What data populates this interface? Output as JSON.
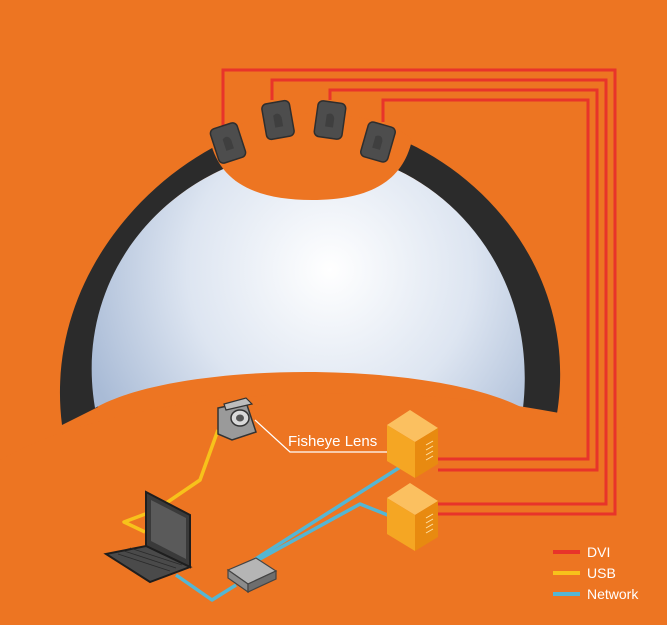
{
  "colors": {
    "background": "#ED7522",
    "dvi": "#E8342A",
    "usb": "#F7C21B",
    "network": "#55B6D3",
    "server": "#F5A623",
    "dome_rim": "#2B2B2B",
    "projector": "#4D4D4D"
  },
  "labels": {
    "fisheye_lens": "Fisheye Lens"
  },
  "legend": [
    {
      "label": "DVI",
      "color": "#E8342A"
    },
    {
      "label": "USB",
      "color": "#F7C21B"
    },
    {
      "label": "Network",
      "color": "#55B6D3"
    }
  ],
  "icons": {
    "projectors": [
      "projector-icon",
      "projector-icon",
      "projector-icon",
      "projector-icon"
    ],
    "camera": "camera-icon",
    "servers": [
      "server-icon",
      "server-icon"
    ],
    "laptop": "laptop-icon",
    "switch": "network-switch-icon"
  }
}
